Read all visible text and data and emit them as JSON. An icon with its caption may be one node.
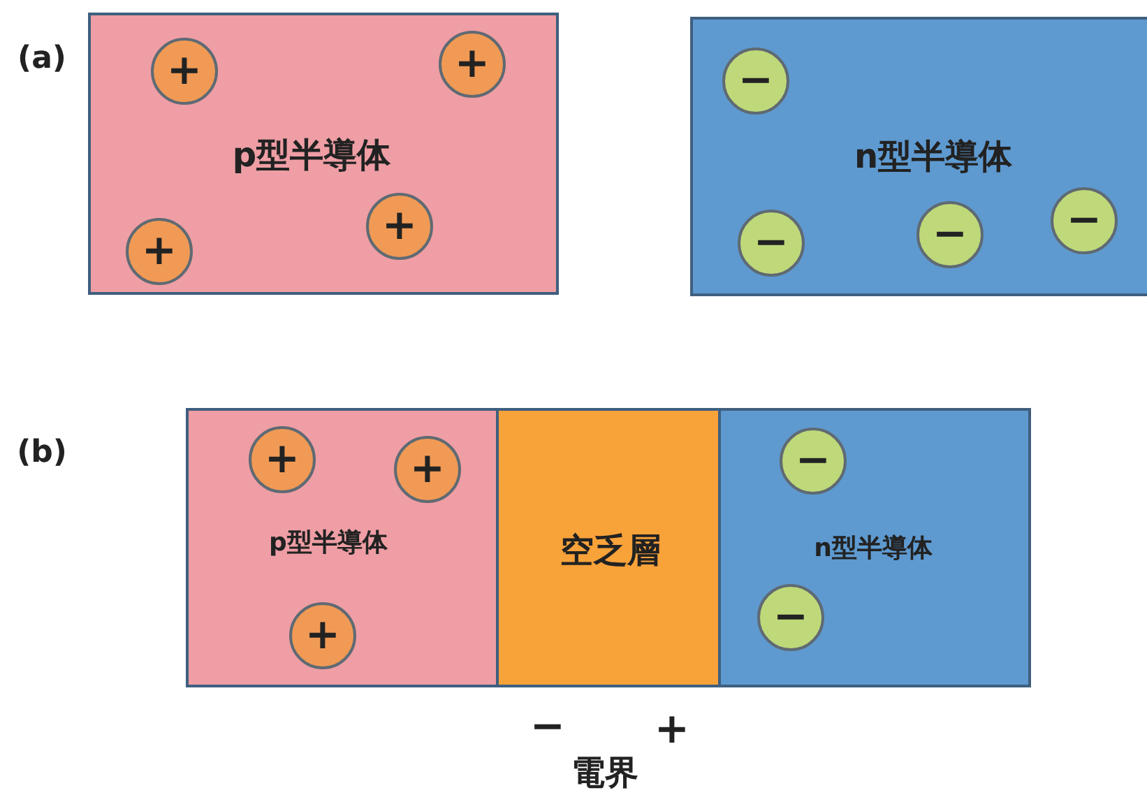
{
  "diagram": {
    "nodes": [
      {
        "text": [
          "p型半導体"
        ]
      },
      {
        "text": [
          "+"
        ],
        "in": 0
      },
      {
        "text": [
          "+"
        ],
        "in": 0
      },
      {
        "text": [
          "+"
        ],
        "in": 0
      },
      {
        "text": [
          "+"
        ],
        "in": 0
      },
      {
        "text": [
          "n型半導体"
        ]
      },
      {
        "text": [
          "−"
        ],
        "in": 5
      },
      {
        "text": [
          "−"
        ],
        "in": 5
      },
      {
        "text": [
          "−"
        ],
        "in": 5
      },
      {
        "text": [
          "−"
        ],
        "in": 5
      },
      {
        "text": [
          "p型半導体"
        ]
      },
      {
        "text": [
          "+"
        ],
        "in": 10
      },
      {
        "text": [
          "+"
        ],
        "in": 10
      },
      {
        "text": [
          "+"
        ],
        "in": 10
      },
      {
        "text": [
          "空乏層"
        ]
      },
      {
        "text": [
          "n型半導体"
        ]
      },
      {
        "text": [
          "−"
        ],
        "in": 15
      },
      {
        "text": [
          "−"
        ],
        "in": 15
      }
    ],
    "labels": [
      "(a)",
      "(b)",
      "−",
      "+",
      "電界"
    ]
  }
}
